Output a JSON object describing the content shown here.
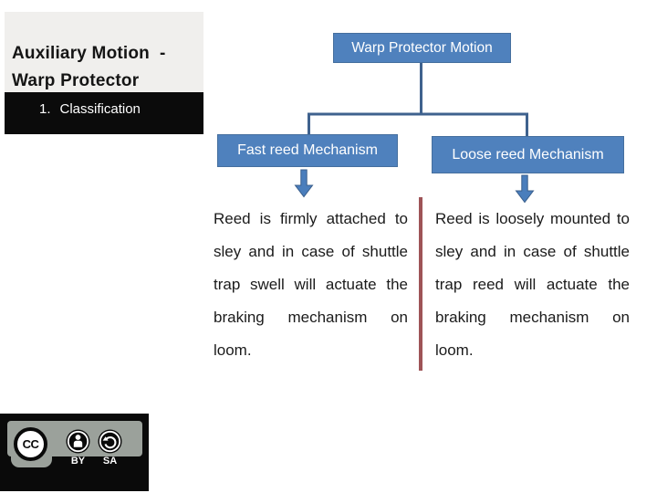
{
  "slide": {
    "title_panel": {
      "lines": [
        "Auxiliary Motion  -",
        "Warp Protector"
      ],
      "bg": "#f0efed",
      "text_color": "#151515"
    },
    "section_bar": {
      "number": "1.",
      "label": "Classification",
      "bg": "#0b0b0b",
      "text_color": "#ffffff"
    },
    "diagram": {
      "type": "tree",
      "root": {
        "label": "Warp Protector Motion"
      },
      "children": [
        {
          "label": "Fast reed Mechanism"
        },
        {
          "label": "Loose reed Mechanism"
        }
      ],
      "box_fill": "#4f81bd",
      "box_border": "#456f9e",
      "connector_color": "#3f628e",
      "arrow_fill": "#4a7ebc"
    },
    "columns": {
      "divider_color": "#9e5457",
      "left": {
        "lines": [
          "Reed is firmly attached to",
          "sley and in case of shuttle",
          "trap swell will actuate the",
          "braking mechanism on",
          "loom."
        ]
      },
      "right": {
        "lines": [
          "Reed is loosely mounted to",
          "sley and in case of shuttle",
          "trap reed will actuate the",
          "braking mechanism on",
          "loom."
        ]
      }
    },
    "license_badge": {
      "cc_label": "CC",
      "by_label": "BY",
      "sa_label": "SA"
    }
  }
}
